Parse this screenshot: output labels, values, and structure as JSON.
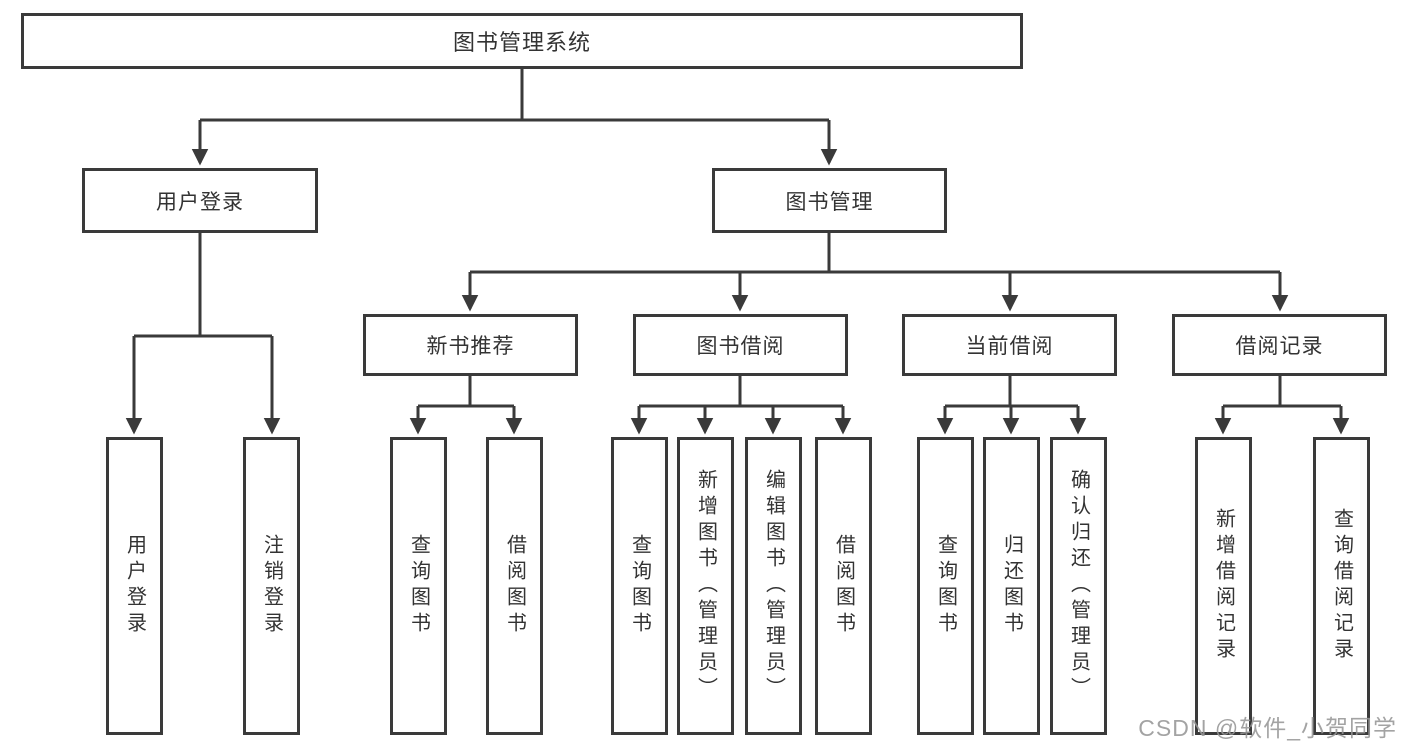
{
  "diagram": {
    "root": {
      "label": "图书管理系统"
    },
    "branches": [
      {
        "label": "用户登录",
        "children": [
          "用户登录",
          "注销登录"
        ]
      },
      {
        "label": "图书管理"
      }
    ],
    "modules": [
      {
        "label": "新书推荐",
        "children": [
          "查询图书",
          "借阅图书"
        ]
      },
      {
        "label": "图书借阅",
        "children": [
          "查询图书",
          "新增图书（管理员）",
          "编辑图书（管理员）",
          "借阅图书"
        ]
      },
      {
        "label": "当前借阅",
        "children": [
          "查询图书",
          "归还图书",
          "确认归还（管理员）"
        ]
      },
      {
        "label": "借阅记录",
        "children": [
          "新增借阅记录",
          "查询借阅记录"
        ]
      }
    ]
  },
  "watermark": "CSDN @软件_小贺同学",
  "colors": {
    "line": "#3a3a3a",
    "text": "#333333",
    "watermark": "#969696",
    "background": "#ffffff"
  }
}
